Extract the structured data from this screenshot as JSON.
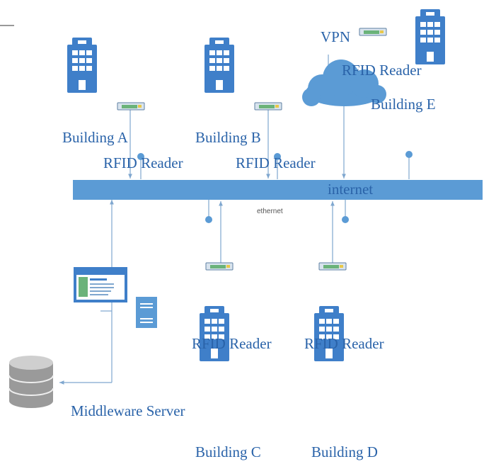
{
  "colors": {
    "accent": "#5b9bd5",
    "building": "#3f7fc9",
    "text": "#2a63a9",
    "reader": "#5fae6e"
  },
  "icons": {
    "building": "office-building-icon",
    "rfid_reader": "rfid-reader-icon",
    "cloud": "cloud-icon",
    "server": "server-tower-icon",
    "monitor": "monitor-icon",
    "database": "database-icon"
  },
  "labels": {
    "building_a": "Building A",
    "building_b": "Building B",
    "building_c": "Building C",
    "building_d": "Building D",
    "building_e": "Building E",
    "reader_a": "RFID Reader",
    "reader_b": "RFID Reader",
    "reader_c": "RFID Reader",
    "reader_d": "RFID Reader",
    "reader_e": "RFID Reader",
    "vpn": "VPN",
    "internet": "internet",
    "ethernet": "ethernet",
    "middleware": "Middleware Server"
  }
}
